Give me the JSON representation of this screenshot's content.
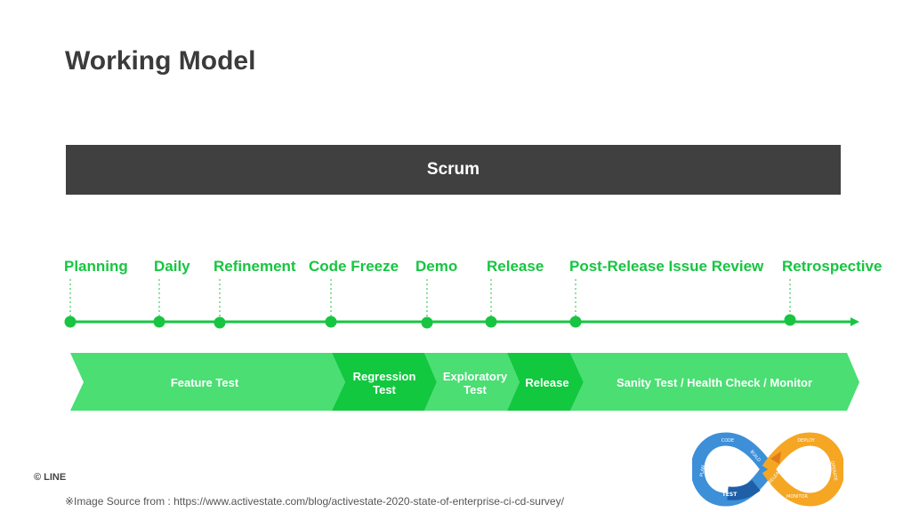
{
  "title": "Working Model",
  "scrum_label": "Scrum",
  "milestones": [
    {
      "label": "Planning"
    },
    {
      "label": "Daily"
    },
    {
      "label": "Refinement"
    },
    {
      "label": "Code Freeze"
    },
    {
      "label": "Demo"
    },
    {
      "label": "Release"
    },
    {
      "label": "Post-Release Issue Review"
    },
    {
      "label": "Retrospective"
    }
  ],
  "phases": [
    {
      "label": "Feature Test"
    },
    {
      "label": "Regression\nTest"
    },
    {
      "label": "Exploratory\nTest"
    },
    {
      "label": "Release"
    },
    {
      "label": "Sanity Test / Health Check / Monitor"
    }
  ],
  "devops_loop": {
    "labels": [
      "PLAN",
      "CODE",
      "BUILD",
      "TEST",
      "RELEASE",
      "DEPLOY",
      "OPERATE",
      "MONITOR"
    ]
  },
  "footer": {
    "logo": "© LINE",
    "source": "※Image Source from : https://www.activestate.com/blog/activestate-2020-state-of-enterprise-ci-cd-survey/"
  },
  "colors": {
    "accent_green": "#17c541",
    "light_green": "#4ade73",
    "dark_green": "#11c83f",
    "bar_dark": "#404040",
    "loop_blue": "#3d8fd8",
    "loop_orange": "#f5a623"
  }
}
